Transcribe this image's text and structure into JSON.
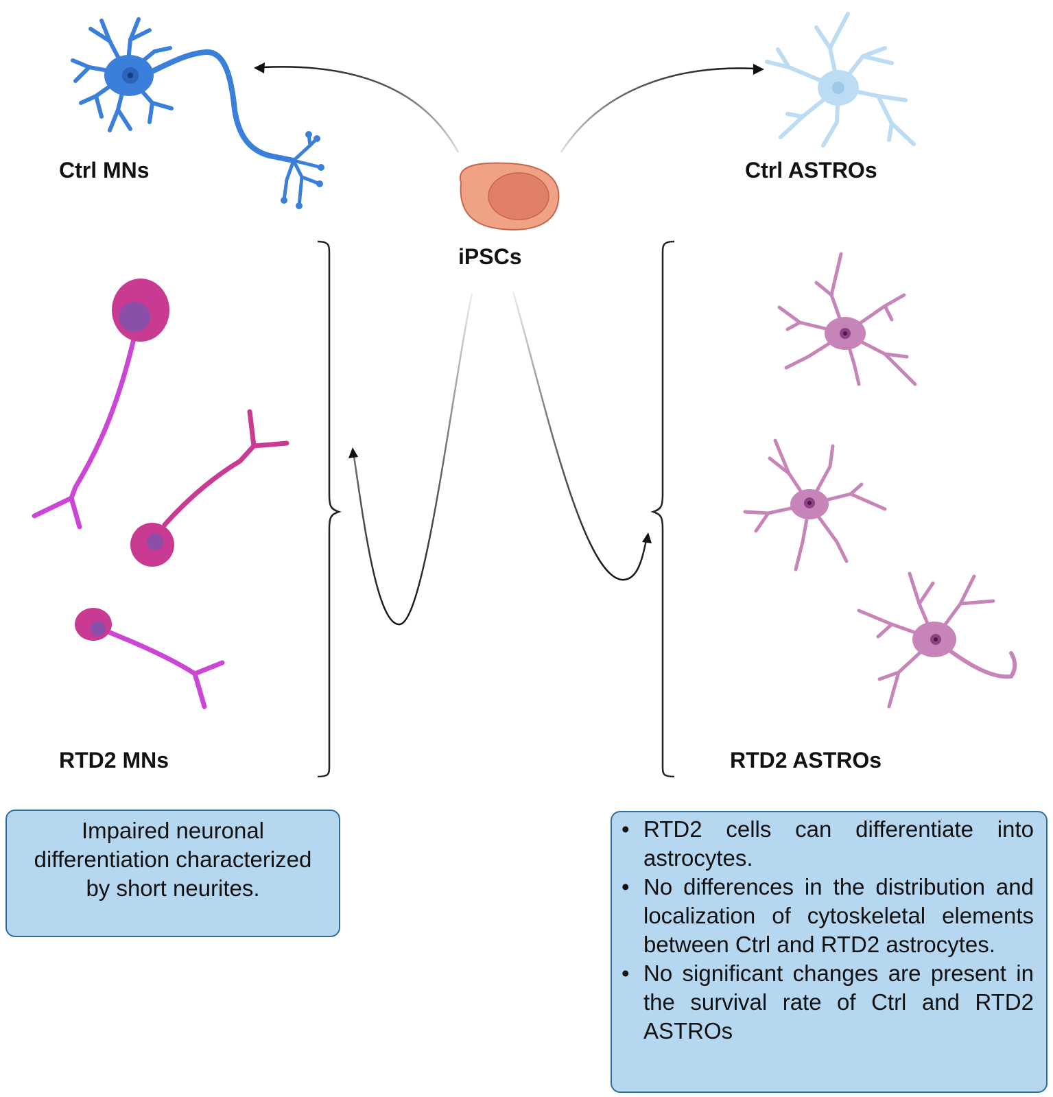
{
  "labels": {
    "ctrl_mns": "Ctrl MNs",
    "ctrl_astros": "Ctrl ASTROs",
    "ipscs": "iPSCs",
    "rtd2_mns": "RTD2 MNs",
    "rtd2_astros": "RTD2 ASTROs"
  },
  "left_box": {
    "text": "Impaired neuronal differentiation characterized by short neurites."
  },
  "right_box": {
    "bullet_glyph": "•",
    "items": [
      "RTD2 cells can differentiate into astrocytes.",
      "No differences in the distribution and localization of cytoskeletal elements between Ctrl and RTD2 astrocytes.",
      "No significant changes are present in the survival rate of Ctrl and RTD2 ASTROs"
    ]
  },
  "colors": {
    "ctrl_neuron": "#3a7fd9",
    "ctrl_astrocyte": "#bcdcf3",
    "rtd2_neuron": "#c93a93",
    "rtd2_astrocyte": "#c784b8",
    "ipsc_outer": "#efa285",
    "ipsc_inner": "#e07f6a",
    "box_fill": "#b6d7f0",
    "box_border": "#2f6d99"
  },
  "icons": [
    "motor-neuron-icon",
    "astrocyte-icon",
    "stem-cell-icon",
    "short-neurite-neuron-icon",
    "rtd2-astrocyte-icon"
  ]
}
